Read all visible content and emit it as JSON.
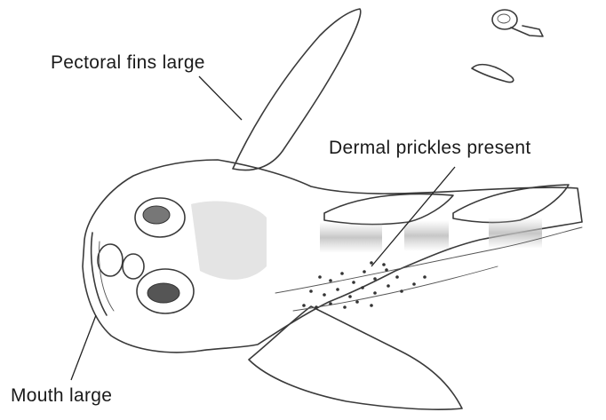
{
  "labels": {
    "pectoral_fins": "Pectoral fins large",
    "dermal_prickles": "Dermal prickles present",
    "mouth": "Mouth large"
  },
  "colors": {
    "ink": "#1a1a1a",
    "body_shading": "#d9d9d9"
  }
}
